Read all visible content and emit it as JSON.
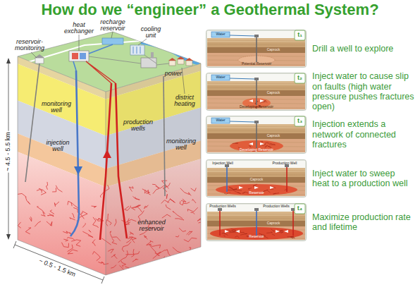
{
  "diagram": {
    "title": "How do we “engineer” a Geothermal System?",
    "nodes": [
      {
        "text": [
          "Drill a well to explore"
        ]
      },
      {
        "text": [
          "Inject water to cause slip on faults (high water pressure pushes fractures open)"
        ]
      },
      {
        "text": [
          "Injection extends a network of connected fractures"
        ]
      },
      {
        "text": [
          "Inject water to sweep heat to a production well"
        ]
      },
      {
        "text": [
          "Maximize production rate and lifetime"
        ]
      }
    ],
    "labels": [
      "heat exchanger",
      "recharge reservoir",
      "cooling unit",
      "reservoir-monitoring",
      "power",
      "district heating",
      "monitoring well",
      "injection well",
      "production wells",
      "monitoring well",
      "enhanced reservoir",
      "~ 4.5 - 5.5 km",
      "~ 0.5 - 1.5 km",
      "Water",
      "Caprock",
      "Potential Reservoir",
      "t₁",
      "Water",
      "Caprock",
      "Developing Reservoir",
      "t₂",
      "Water",
      "Caprock",
      "Developing Reservoir",
      "t₃",
      "Injection Well",
      "Production Well",
      "Caprock",
      "Reservoir",
      "Production Wells",
      "Production Wells",
      "Caprock",
      "Reservoir",
      "t₄"
    ]
  }
}
